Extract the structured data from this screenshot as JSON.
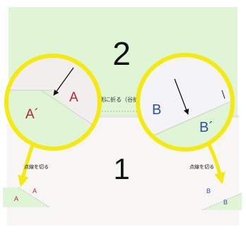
{
  "photo": {
    "upper_number": "2",
    "lower_number": "1",
    "fold_instruction": "側に折る（谷折",
    "cut_label_left": "点線を切る",
    "cut_label_right": "点線を切る",
    "left_zoom": {
      "label": "A",
      "label_prime": "A´"
    },
    "right_zoom": {
      "label": "B",
      "label_prime": "B´"
    },
    "left_small": {
      "label": "A",
      "label_prime": "A"
    },
    "right_small": {
      "label": "B",
      "label_prime": "B"
    }
  },
  "colors": {
    "paper_green": "#dff5d6",
    "paper_white": "#f7f6f4",
    "highlight_yellow": "#f4ea12",
    "letter_red": "#b3262b",
    "letter_blue": "#2f4fa3"
  },
  "icons": {
    "zoom_circle_left": "magnify-circle-icon",
    "zoom_circle_right": "magnify-circle-icon",
    "pointer_arrow": "arrow-icon"
  }
}
